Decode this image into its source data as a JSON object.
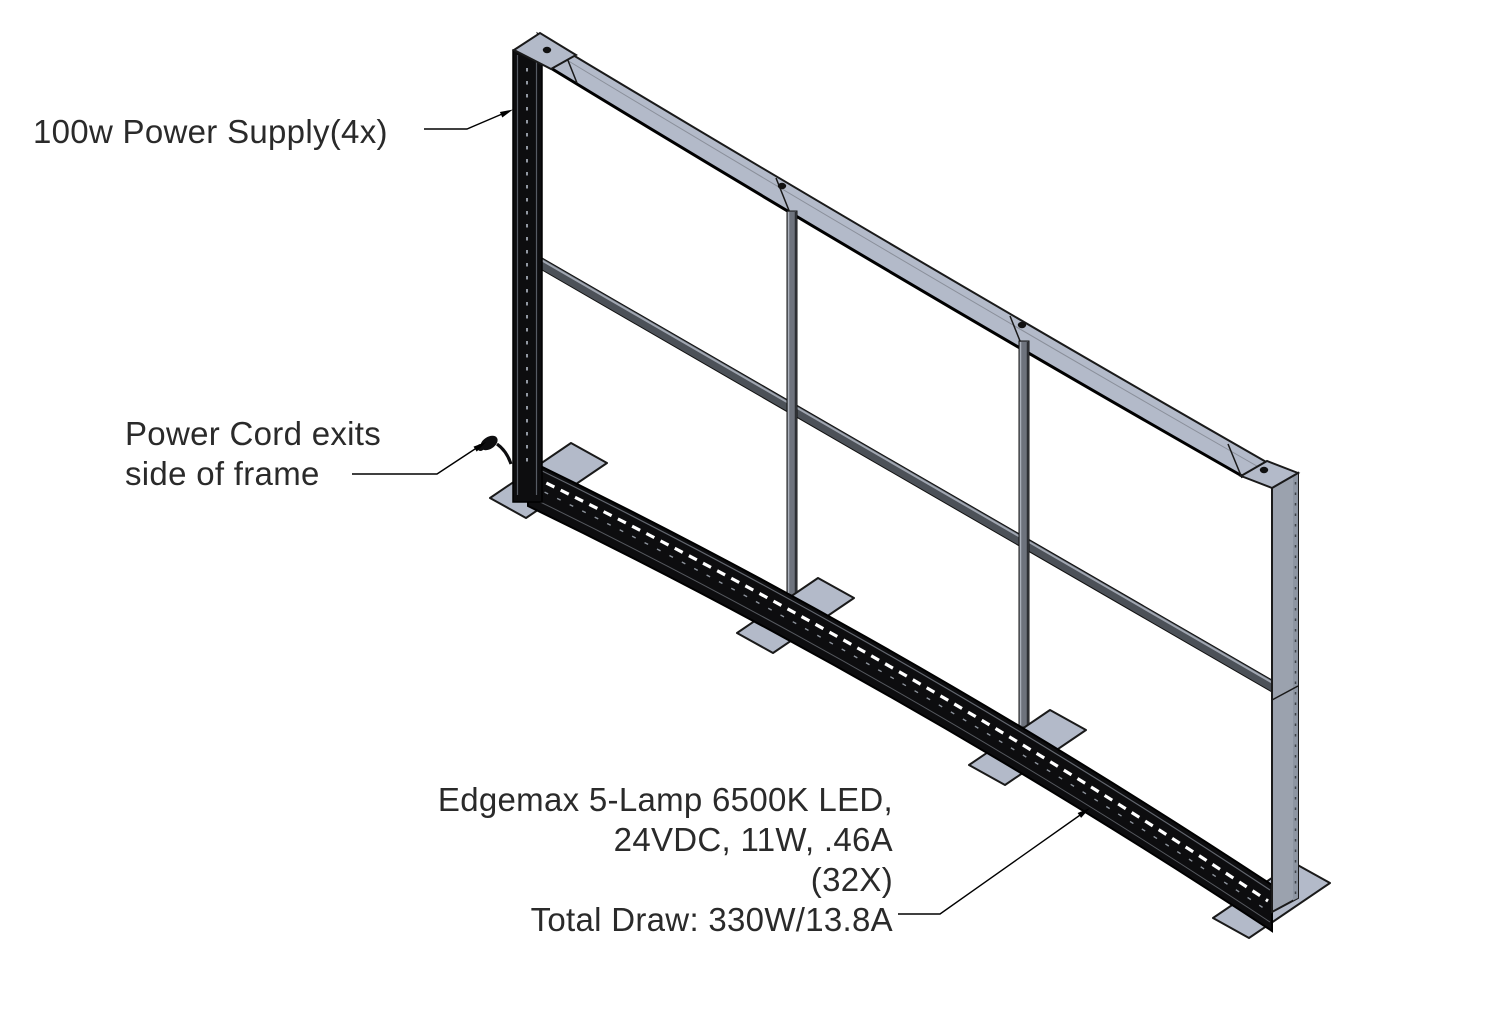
{
  "drawing": {
    "callouts": {
      "power_supply": {
        "label": "100w Power Supply(4x)"
      },
      "power_cord": {
        "line1": "Power Cord exits",
        "line2": "side of frame"
      },
      "led_spec": {
        "line1": "Edgemax 5-Lamp 6500K LED,",
        "line2": "24VDC, 11W, .46A",
        "line3": "(32X)",
        "line4": "Total Draw: 330W/13.8A"
      }
    },
    "colors": {
      "background": "#ffffff",
      "frame_light": "#b3bac9",
      "frame_face": "#9ba2ae",
      "member_gray": "#6e737d",
      "member_dark": "#4c5158",
      "rail_black": "#0d0d0f",
      "outline": "#1a1a1a",
      "led_dash": "#ffffff",
      "text": "#2a2a2a"
    }
  }
}
